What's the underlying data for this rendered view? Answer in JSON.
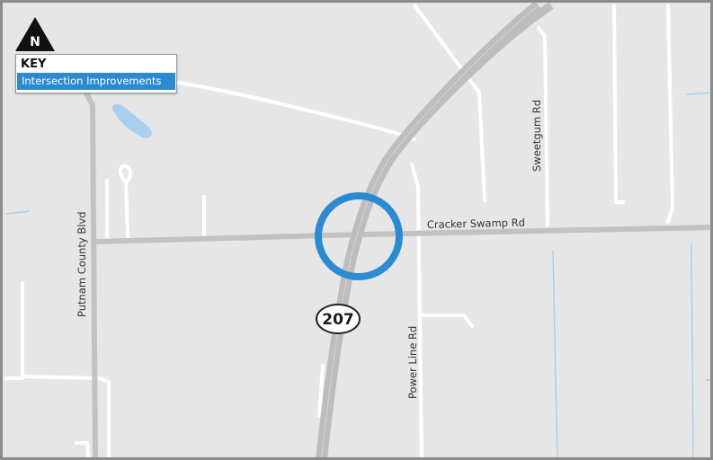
{
  "map": {
    "north_arrow_label": "N",
    "key": {
      "title": "KEY",
      "items": [
        {
          "label": "Intersection Improvements",
          "color": "#2b8bd1"
        }
      ]
    },
    "roads": {
      "cracker_swamp": "Cracker Swamp Rd",
      "putnam_county": "Putnam County Blvd",
      "sweetgum": "Sweetgum Rd",
      "power_line": "Power Line Rd"
    },
    "route_shield": "207",
    "colors": {
      "land": "#e6e6e6",
      "minor_road": "#ffffff",
      "major_road": "#bdbdbd",
      "highlight": "#2b8bd1",
      "water": "#aacfee"
    }
  }
}
